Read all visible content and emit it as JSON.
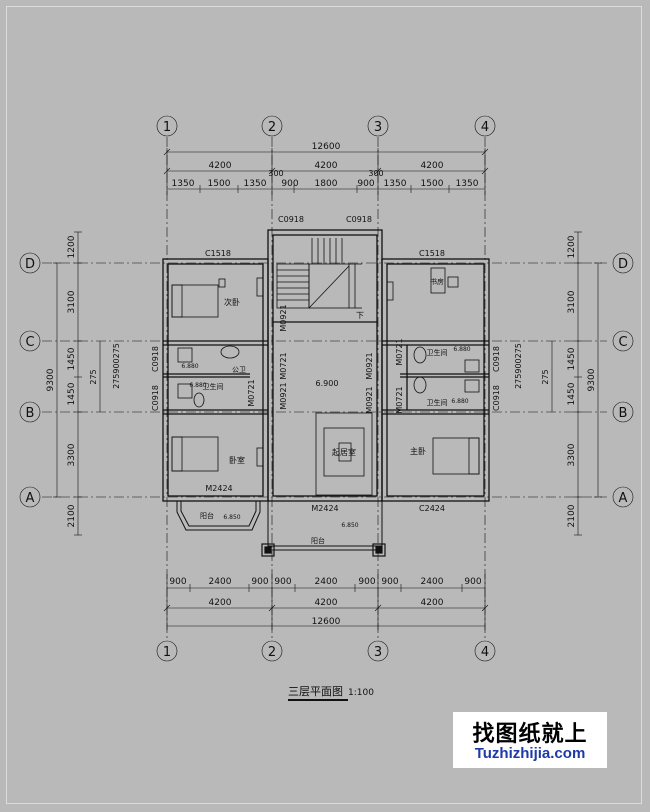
{
  "title": "三层平面图",
  "scale": "1:100",
  "watermark": {
    "cn": "找图纸就上",
    "url": "Tuzhizhijia.com"
  },
  "grid_columns": [
    "1",
    "2",
    "3",
    "4"
  ],
  "grid_rows": [
    "D",
    "C",
    "B",
    "A"
  ],
  "top_dims": {
    "total": "12600",
    "bays": [
      "4200",
      "4200",
      "4200"
    ],
    "offsets": [
      "300",
      "300"
    ],
    "segments": [
      "1350",
      "1500",
      "1350",
      "900",
      "1800",
      "900",
      "1350",
      "1500",
      "1350"
    ]
  },
  "bottom_dims": {
    "segments": [
      "900",
      "2400",
      "900",
      "900",
      "2400",
      "900",
      "900",
      "2400",
      "900"
    ],
    "bays": [
      "4200",
      "4200",
      "4200"
    ],
    "total": "12600"
  },
  "side_dims": {
    "segments": [
      "1200",
      "3100",
      "1450",
      "1450",
      "3300",
      "2100"
    ],
    "total": "9300",
    "small": [
      "275",
      "275"
    ],
    "stack": "275900275"
  },
  "rooms": {
    "bed2": "次卧",
    "bed3": "卧室",
    "living": "起居室",
    "master": "主卧",
    "study": "书房",
    "bath1": "公卫",
    "bath2": "卫生间",
    "bath3": "卫生间",
    "bath4": "卫生间",
    "balcony1": "阳台",
    "balcony2": "阳台",
    "stair": "下"
  },
  "tags": {
    "c0918a": "C0918",
    "c0918b": "C0918",
    "c1518a": "C1518",
    "c1518b": "C1518",
    "m0921a": "M0921",
    "m0721a": "M0721",
    "m0721b": "M0721",
    "m0921b": "M0921",
    "m0921c": "M0921",
    "m0921d": "M0921",
    "m0721c": "M0721",
    "m0721d": "M0721",
    "c0918l1": "C0918",
    "c0918l2": "C0918",
    "c0918r1": "C0918",
    "c0918r2": "C0918",
    "m2424a": "M2424",
    "m2424b": "M2424",
    "c2424": "C2424"
  },
  "elevations": [
    "6.900",
    "6.880",
    "6.880",
    "6.880",
    "6.880",
    "6.850",
    "6.850"
  ]
}
